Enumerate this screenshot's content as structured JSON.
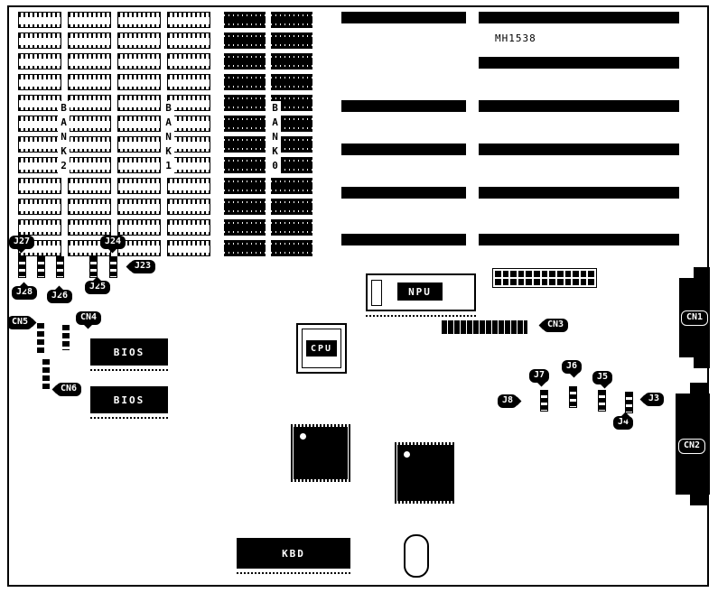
{
  "board_title": "MH1538",
  "banks": {
    "bank2": "BANK2",
    "bank1": "BANK1",
    "bank0": "BANK0"
  },
  "chips": {
    "npu": "NPU",
    "cpu": "CPU",
    "bios_top": "BIOS",
    "bios_bottom": "BIOS",
    "kbd": "KBD"
  },
  "connectors": {
    "cn1": "CN1",
    "cn2": "CN2",
    "cn3": "CN3",
    "cn4": "CN4",
    "cn5": "CN5",
    "cn6": "CN6"
  },
  "jumpers": {
    "j3": "J3",
    "j4": "J4",
    "j5": "J5",
    "j6": "J6",
    "j7": "J7",
    "j8": "J8",
    "j23": "J23",
    "j24": "J24",
    "j25": "J25",
    "j26": "J26",
    "j27": "J27",
    "j28": "J28"
  },
  "memory": {
    "rows": 12,
    "dip_columns": 4,
    "black_columns": 2
  },
  "slots": {
    "left_count": 5,
    "right_count": 6
  },
  "cn_pin_header": {
    "rows": 2,
    "cols": 13
  },
  "colors": {
    "ink": "#000000",
    "paper": "#ffffff"
  }
}
